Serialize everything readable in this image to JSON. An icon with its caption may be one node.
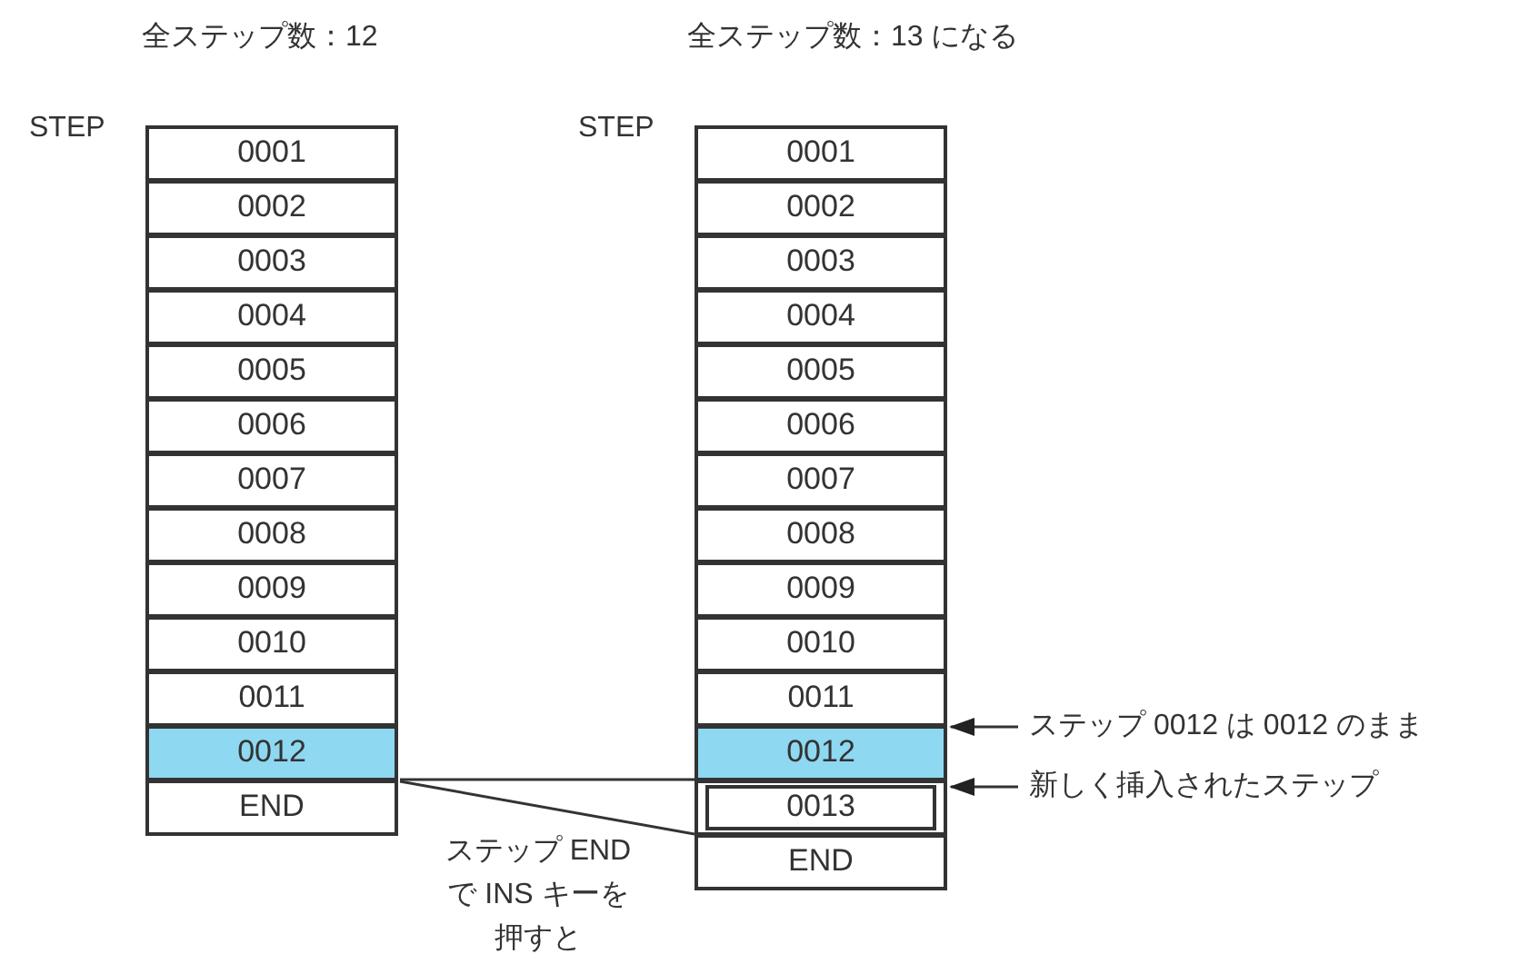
{
  "diagram": {
    "nodes": [
      {
        "text": [
          "0001"
        ]
      },
      {
        "text": [
          "0002"
        ]
      },
      {
        "text": [
          "0003"
        ]
      },
      {
        "text": [
          "0004"
        ]
      },
      {
        "text": [
          "0005"
        ]
      },
      {
        "text": [
          "0006"
        ]
      },
      {
        "text": [
          "0007"
        ]
      },
      {
        "text": [
          "0008"
        ]
      },
      {
        "text": [
          "0009"
        ]
      },
      {
        "text": [
          "0010"
        ]
      },
      {
        "text": [
          "0011"
        ]
      },
      {
        "text": [
          "0012"
        ]
      },
      {
        "text": [
          "END"
        ]
      },
      {
        "text": [
          "0001"
        ]
      },
      {
        "text": [
          "0002"
        ]
      },
      {
        "text": [
          "0003"
        ]
      },
      {
        "text": [
          "0004"
        ]
      },
      {
        "text": [
          "0005"
        ]
      },
      {
        "text": [
          "0006"
        ]
      },
      {
        "text": [
          "0007"
        ]
      },
      {
        "text": [
          "0008"
        ]
      },
      {
        "text": [
          "0009"
        ]
      },
      {
        "text": [
          "0010"
        ]
      },
      {
        "text": [
          "0011"
        ]
      },
      {
        "text": [
          "0012"
        ]
      },
      {
        "text": [
          "0013"
        ]
      },
      {
        "text": [
          "END"
        ]
      },
      {
        "text": [
          "ステップ 0012 は 0012 のまま"
        ]
      },
      {
        "text": [
          "新しく挿入されたステップ"
        ]
      }
    ],
    "edges": [
      {
        "from": 27,
        "to": 24,
        "arrow": "to"
      },
      {
        "from": 28,
        "to": 25,
        "arrow": "to"
      },
      {
        "from": 11,
        "to": 24,
        "arrow": "none"
      },
      {
        "from": 12,
        "to": 25,
        "arrow": "none"
      }
    ],
    "labels": [
      "全ステップ数：12",
      "全ステップ数：13 になる",
      "STEP",
      "STEP",
      "ステップ END で INS キーを押すと"
    ]
  }
}
